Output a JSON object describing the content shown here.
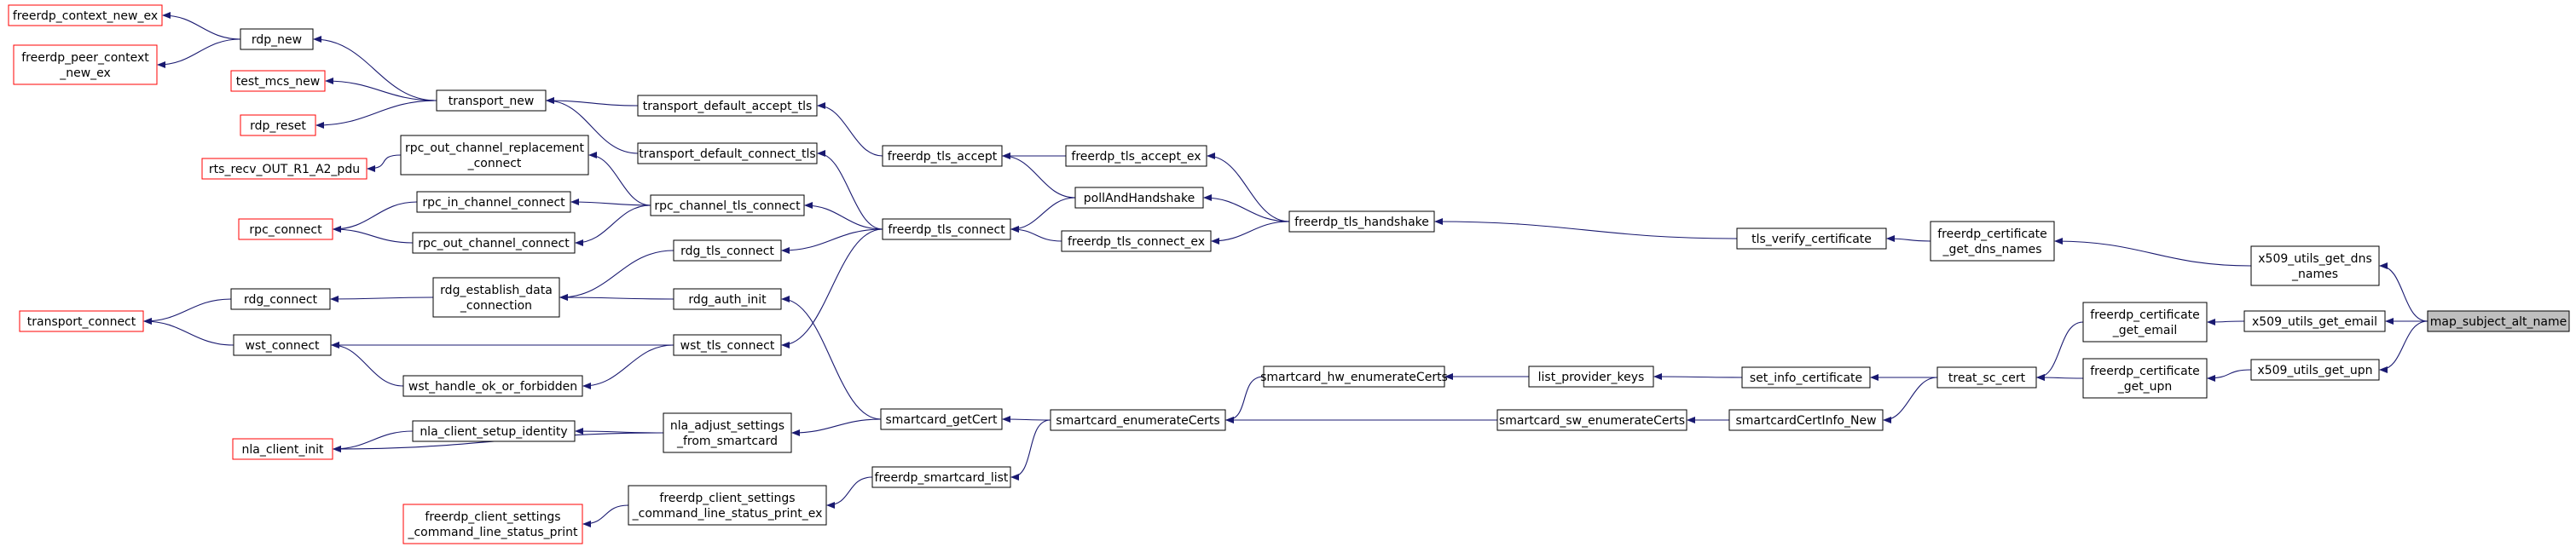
{
  "colors": {
    "edge": "#191970",
    "node_border": "#000000",
    "truncated_border": "#ff0000",
    "node_fill": "#ffffff",
    "focus_fill": "#bfbfbf"
  },
  "nodes": [
    {
      "id": "freerdp_context_new_ex",
      "lines": [
        "freerdp_context_new_ex"
      ],
      "truncated": true
    },
    {
      "id": "freerdp_peer_context_new_ex",
      "lines": [
        "freerdp_peer_context",
        "_new_ex"
      ],
      "truncated": true
    },
    {
      "id": "rdp_new",
      "lines": [
        "rdp_new"
      ]
    },
    {
      "id": "test_mcs_new",
      "lines": [
        "test_mcs_new"
      ],
      "truncated": true
    },
    {
      "id": "rdp_reset",
      "lines": [
        "rdp_reset"
      ],
      "truncated": true
    },
    {
      "id": "transport_new",
      "lines": [
        "transport_new"
      ]
    },
    {
      "id": "rts_recv_OUT_R1_A2_pdu",
      "lines": [
        "rts_recv_OUT_R1_A2_pdu"
      ],
      "truncated": true
    },
    {
      "id": "rpc_out_channel_replacement_connect",
      "lines": [
        "rpc_out_channel_replacement",
        "_connect"
      ]
    },
    {
      "id": "rpc_connect",
      "lines": [
        "rpc_connect"
      ],
      "truncated": true
    },
    {
      "id": "rpc_in_channel_connect",
      "lines": [
        "rpc_in_channel_connect"
      ]
    },
    {
      "id": "rpc_out_channel_connect",
      "lines": [
        "rpc_out_channel_connect"
      ]
    },
    {
      "id": "transport_connect",
      "lines": [
        "transport_connect"
      ],
      "truncated": true
    },
    {
      "id": "rdg_connect",
      "lines": [
        "rdg_connect"
      ]
    },
    {
      "id": "wst_connect",
      "lines": [
        "wst_connect"
      ]
    },
    {
      "id": "wst_handle_ok_or_forbidden",
      "lines": [
        "wst_handle_ok_or_forbidden"
      ]
    },
    {
      "id": "nla_client_init",
      "lines": [
        "nla_client_init"
      ],
      "truncated": true
    },
    {
      "id": "nla_client_setup_identity",
      "lines": [
        "nla_client_setup_identity"
      ]
    },
    {
      "id": "freerdp_client_settings_command_line_status_print",
      "lines": [
        "freerdp_client_settings",
        "_command_line_status_print"
      ],
      "truncated": true
    },
    {
      "id": "transport_default_accept_tls",
      "lines": [
        "transport_default_accept_tls"
      ]
    },
    {
      "id": "transport_default_connect_tls",
      "lines": [
        "transport_default_connect_tls"
      ]
    },
    {
      "id": "rpc_channel_tls_connect",
      "lines": [
        "rpc_channel_tls_connect"
      ]
    },
    {
      "id": "rdg_tls_connect",
      "lines": [
        "rdg_tls_connect"
      ]
    },
    {
      "id": "rdg_establish_data_connection",
      "lines": [
        "rdg_establish_data",
        "_connection"
      ]
    },
    {
      "id": "rdg_auth_init",
      "lines": [
        "rdg_auth_init"
      ]
    },
    {
      "id": "wst_tls_connect",
      "lines": [
        "wst_tls_connect"
      ]
    },
    {
      "id": "nla_adjust_settings_from_smartcard",
      "lines": [
        "nla_adjust_settings",
        "_from_smartcard"
      ]
    },
    {
      "id": "freerdp_client_settings_command_line_status_print_ex",
      "lines": [
        "freerdp_client_settings",
        "_command_line_status_print_ex"
      ]
    },
    {
      "id": "freerdp_tls_accept",
      "lines": [
        "freerdp_tls_accept"
      ]
    },
    {
      "id": "freerdp_tls_connect",
      "lines": [
        "freerdp_tls_connect"
      ]
    },
    {
      "id": "smartcard_getCert",
      "lines": [
        "smartcard_getCert"
      ]
    },
    {
      "id": "freerdp_smartcard_list",
      "lines": [
        "freerdp_smartcard_list"
      ]
    },
    {
      "id": "freerdp_tls_accept_ex",
      "lines": [
        "freerdp_tls_accept_ex"
      ]
    },
    {
      "id": "pollAndHandshake",
      "lines": [
        "pollAndHandshake"
      ]
    },
    {
      "id": "freerdp_tls_connect_ex",
      "lines": [
        "freerdp_tls_connect_ex"
      ]
    },
    {
      "id": "smartcard_enumerateCerts",
      "lines": [
        "smartcard_enumerateCerts"
      ]
    },
    {
      "id": "smartcard_hw_enumerateCerts",
      "lines": [
        "smartcard_hw_enumerateCerts"
      ]
    },
    {
      "id": "freerdp_tls_handshake",
      "lines": [
        "freerdp_tls_handshake"
      ]
    },
    {
      "id": "list_provider_keys",
      "lines": [
        "list_provider_keys"
      ]
    },
    {
      "id": "smartcard_sw_enumerateCerts",
      "lines": [
        "smartcard_sw_enumerateCerts"
      ]
    },
    {
      "id": "tls_verify_certificate",
      "lines": [
        "tls_verify_certificate"
      ]
    },
    {
      "id": "set_info_certificate",
      "lines": [
        "set_info_certificate"
      ]
    },
    {
      "id": "smartcardCertInfo_New",
      "lines": [
        "smartcardCertInfo_New"
      ]
    },
    {
      "id": "freerdp_certificate_get_dns_names",
      "lines": [
        "freerdp_certificate",
        "_get_dns_names"
      ]
    },
    {
      "id": "treat_sc_cert",
      "lines": [
        "treat_sc_cert"
      ]
    },
    {
      "id": "freerdp_certificate_get_email",
      "lines": [
        "freerdp_certificate",
        "_get_email"
      ]
    },
    {
      "id": "freerdp_certificate_get_upn",
      "lines": [
        "freerdp_certificate",
        "_get_upn"
      ]
    },
    {
      "id": "x509_utils_get_dns_names",
      "lines": [
        "x509_utils_get_dns",
        "_names"
      ]
    },
    {
      "id": "x509_utils_get_email",
      "lines": [
        "x509_utils_get_email"
      ]
    },
    {
      "id": "x509_utils_get_upn",
      "lines": [
        "x509_utils_get_upn"
      ]
    },
    {
      "id": "map_subject_alt_name",
      "lines": [
        "map_subject_alt_name"
      ],
      "focus": true
    }
  ],
  "edges": [
    {
      "from": "rdp_new",
      "to": "freerdp_context_new_ex"
    },
    {
      "from": "rdp_new",
      "to": "freerdp_peer_context_new_ex"
    },
    {
      "from": "transport_new",
      "to": "rdp_new"
    },
    {
      "from": "transport_new",
      "to": "test_mcs_new"
    },
    {
      "from": "transport_new",
      "to": "rdp_reset"
    },
    {
      "from": "transport_default_accept_tls",
      "to": "transport_new"
    },
    {
      "from": "transport_default_connect_tls",
      "to": "transport_new"
    },
    {
      "from": "rpc_out_channel_replacement_connect",
      "to": "rts_recv_OUT_R1_A2_pdu"
    },
    {
      "from": "rpc_in_channel_connect",
      "to": "rpc_connect"
    },
    {
      "from": "rpc_out_channel_connect",
      "to": "rpc_connect"
    },
    {
      "from": "rdg_connect",
      "to": "transport_connect"
    },
    {
      "from": "wst_connect",
      "to": "transport_connect"
    },
    {
      "from": "nla_client_setup_identity",
      "to": "nla_client_init"
    },
    {
      "from": "rdg_establish_data_connection",
      "to": "rdg_connect"
    },
    {
      "from": "wst_tls_connect",
      "to": "wst_connect"
    },
    {
      "from": "wst_handle_ok_or_forbidden",
      "to": "wst_connect"
    },
    {
      "from": "rpc_channel_tls_connect",
      "to": "rpc_out_channel_replacement_connect"
    },
    {
      "from": "rpc_channel_tls_connect",
      "to": "rpc_in_channel_connect"
    },
    {
      "from": "rpc_channel_tls_connect",
      "to": "rpc_out_channel_connect"
    },
    {
      "from": "rdg_tls_connect",
      "to": "rdg_establish_data_connection"
    },
    {
      "from": "rdg_auth_init",
      "to": "rdg_establish_data_connection"
    },
    {
      "from": "wst_tls_connect",
      "to": "wst_handle_ok_or_forbidden"
    },
    {
      "from": "nla_adjust_settings_from_smartcard",
      "to": "nla_client_setup_identity"
    },
    {
      "from": "nla_adjust_settings_from_smartcard",
      "to": "nla_client_init"
    },
    {
      "from": "freerdp_client_settings_command_line_status_print_ex",
      "to": "freerdp_client_settings_command_line_status_print"
    },
    {
      "from": "freerdp_tls_accept",
      "to": "transport_default_accept_tls"
    },
    {
      "from": "freerdp_tls_connect",
      "to": "transport_default_connect_tls"
    },
    {
      "from": "freerdp_tls_connect",
      "to": "rpc_channel_tls_connect"
    },
    {
      "from": "freerdp_tls_connect",
      "to": "rdg_tls_connect"
    },
    {
      "from": "freerdp_tls_connect",
      "to": "wst_tls_connect"
    },
    {
      "from": "smartcard_getCert",
      "to": "rdg_auth_init"
    },
    {
      "from": "smartcard_getCert",
      "to": "nla_adjust_settings_from_smartcard"
    },
    {
      "from": "freerdp_smartcard_list",
      "to": "freerdp_client_settings_command_line_status_print_ex"
    },
    {
      "from": "freerdp_tls_accept_ex",
      "to": "freerdp_tls_accept"
    },
    {
      "from": "pollAndHandshake",
      "to": "freerdp_tls_accept"
    },
    {
      "from": "pollAndHandshake",
      "to": "freerdp_tls_connect"
    },
    {
      "from": "freerdp_tls_connect_ex",
      "to": "freerdp_tls_connect"
    },
    {
      "from": "smartcard_enumerateCerts",
      "to": "smartcard_getCert"
    },
    {
      "from": "smartcard_enumerateCerts",
      "to": "freerdp_smartcard_list"
    },
    {
      "from": "freerdp_tls_handshake",
      "to": "freerdp_tls_accept_ex"
    },
    {
      "from": "freerdp_tls_handshake",
      "to": "pollAndHandshake"
    },
    {
      "from": "freerdp_tls_handshake",
      "to": "freerdp_tls_connect_ex"
    },
    {
      "from": "smartcard_hw_enumerateCerts",
      "to": "smartcard_enumerateCerts"
    },
    {
      "from": "list_provider_keys",
      "to": "smartcard_hw_enumerateCerts"
    },
    {
      "from": "smartcard_sw_enumerateCerts",
      "to": "smartcard_enumerateCerts"
    },
    {
      "from": "tls_verify_certificate",
      "to": "freerdp_tls_handshake"
    },
    {
      "from": "set_info_certificate",
      "to": "list_provider_keys"
    },
    {
      "from": "smartcardCertInfo_New",
      "to": "smartcard_sw_enumerateCerts"
    },
    {
      "from": "freerdp_certificate_get_dns_names",
      "to": "tls_verify_certificate"
    },
    {
      "from": "treat_sc_cert",
      "to": "set_info_certificate"
    },
    {
      "from": "treat_sc_cert",
      "to": "smartcardCertInfo_New"
    },
    {
      "from": "freerdp_certificate_get_email",
      "to": "treat_sc_cert"
    },
    {
      "from": "freerdp_certificate_get_upn",
      "to": "treat_sc_cert"
    },
    {
      "from": "x509_utils_get_dns_names",
      "to": "freerdp_certificate_get_dns_names"
    },
    {
      "from": "x509_utils_get_email",
      "to": "freerdp_certificate_get_email"
    },
    {
      "from": "x509_utils_get_upn",
      "to": "freerdp_certificate_get_upn"
    },
    {
      "from": "map_subject_alt_name",
      "to": "x509_utils_get_dns_names"
    },
    {
      "from": "map_subject_alt_name",
      "to": "x509_utils_get_email"
    },
    {
      "from": "map_subject_alt_name",
      "to": "x509_utils_get_upn"
    }
  ]
}
